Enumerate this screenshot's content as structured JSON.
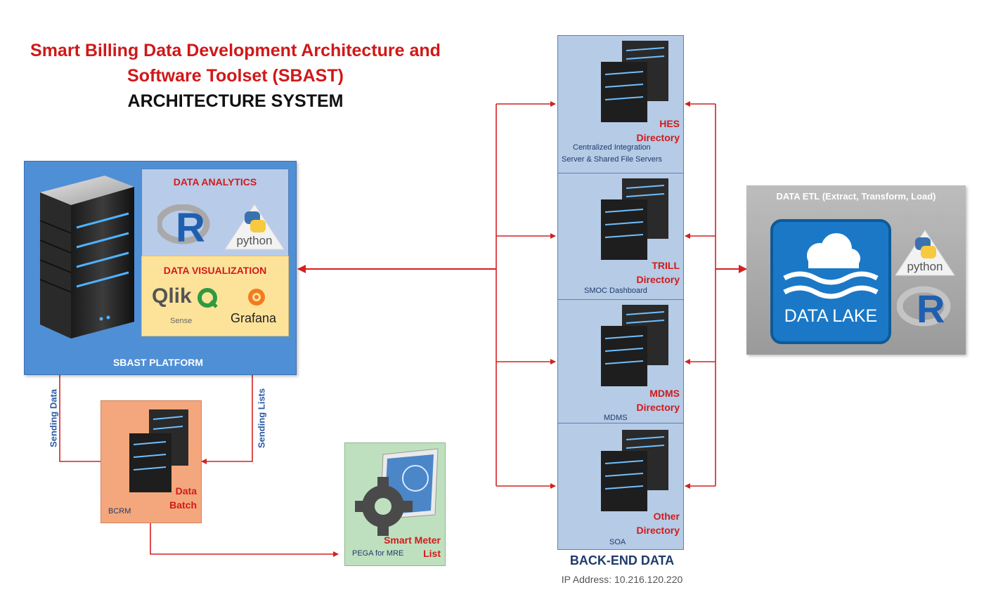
{
  "title": {
    "line1": "Smart Billing Data Development Architecture and",
    "line2": "Software Toolset (SBAST)",
    "line3": "ARCHITECTURE SYSTEM"
  },
  "sbast": {
    "platform_label": "SBAST PLATFORM",
    "analytics_title": "DATA ANALYTICS",
    "viz_title": "DATA VISUALIZATION",
    "r_logo": "R",
    "python_logo": "python",
    "qlik_logo": "Qlik",
    "qlik_sub": "Sense",
    "grafana_logo": "Grafana"
  },
  "bcrm": {
    "name": "BCRM",
    "label_line1": "Data",
    "label_line2": "Batch",
    "sending_data": "Sending Data",
    "sending_lists": "Sending Lists"
  },
  "pega": {
    "name": "PEGA for MRE",
    "label_line1": "Smart Meter",
    "label_line2": "List"
  },
  "backend": {
    "title": "BACK-END DATA",
    "ip": "IP Address: 10.216.120.220",
    "servers": [
      {
        "dir1": "HES",
        "dir2": "Directory",
        "caption1": "Centralized Integration",
        "caption2": "Server & Shared File Servers"
      },
      {
        "dir1": "TRILL",
        "dir2": "Directory",
        "caption1": "SMOC Dashboard",
        "caption2": ""
      },
      {
        "dir1": "MDMS",
        "dir2": "Directory",
        "caption1": "MDMS",
        "caption2": ""
      },
      {
        "dir1": "Other",
        "dir2": "Directory",
        "caption1": "SOA",
        "caption2": ""
      }
    ]
  },
  "etl": {
    "title": "DATA ETL (Extract, Transform, Load)",
    "lake_label": "DATA LAKE",
    "python_logo": "python",
    "r_logo": "R"
  },
  "colors": {
    "arrow": "#d42020",
    "sbast_blue": "#4f8fd6",
    "server_panel": "#b5cbe6",
    "bcrm_orange": "#f4a77c",
    "pega_green": "#bfe0bf",
    "etl_gray": "#a8a8a8",
    "viz_yellow": "#fde39a"
  }
}
